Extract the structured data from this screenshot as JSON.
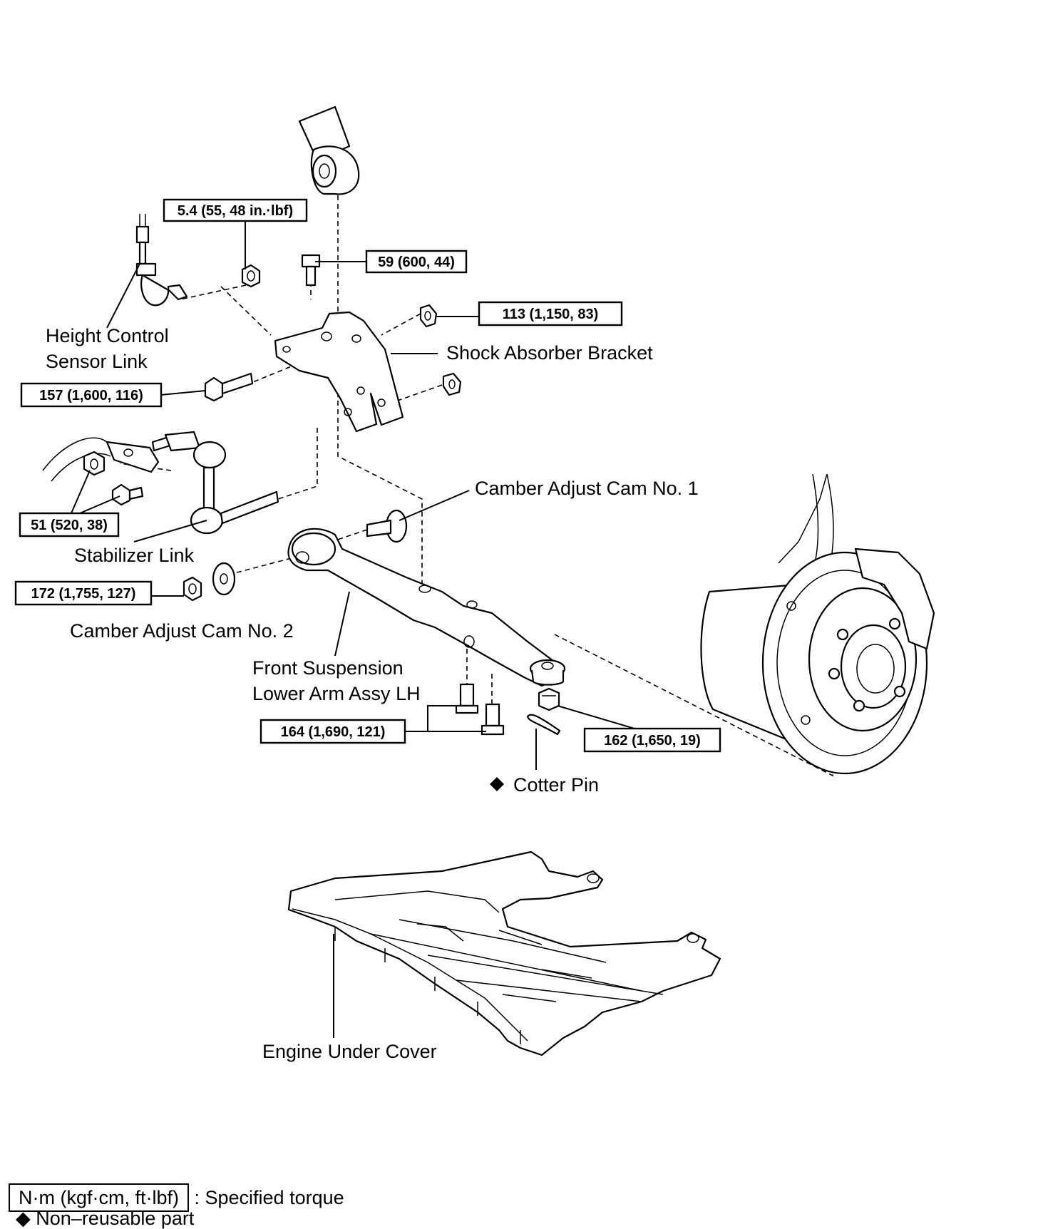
{
  "labels": {
    "height_control_sensor_link_1": "Height Control",
    "height_control_sensor_link_2": "Sensor Link",
    "shock_absorber_bracket": "Shock Absorber Bracket",
    "camber_adjust_cam_no1": "Camber Adjust Cam No. 1",
    "stabilizer_link": "Stabilizer Link",
    "camber_adjust_cam_no2": "Camber Adjust Cam No. 2",
    "front_suspension_lower_arm_1": "Front Suspension",
    "front_suspension_lower_arm_2": "Lower Arm Assy LH",
    "cotter_pin": "Cotter Pin",
    "engine_under_cover": "Engine Under Cover"
  },
  "torques": {
    "sensor_link_nut": "5.4 (55, 48 in.·lbf)",
    "bracket_bolt_top": "59 (600, 44)",
    "bracket_nut": "113 (1,150, 83)",
    "bracket_bolt_side": "157 (1,600, 116)",
    "stabilizer_nut": "51 (520, 38)",
    "camber_nut": "172 (1,755, 127)",
    "lower_arm_bolts": "164 (1,690, 121)",
    "ball_joint_nut": "162 (1,650, 19)"
  },
  "legend": {
    "torque_symbol": "N·m (kgf·cm, ft·lbf)",
    "torque_text": ": Specified torque",
    "non_reusable_symbol": "◆",
    "non_reusable_text": "Non–reusable part"
  }
}
